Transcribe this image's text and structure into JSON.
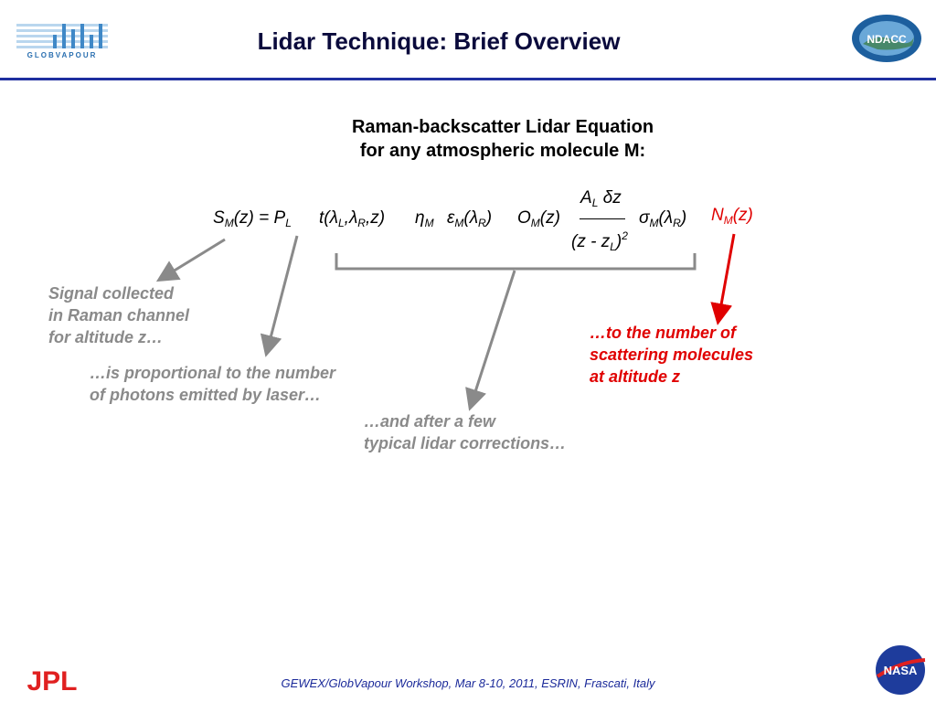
{
  "header": {
    "title": "Lidar Technique: Brief Overview",
    "logo_left_text": "GLOBVAPOUR",
    "logo_right_text": "NDACC"
  },
  "content": {
    "heading_line1": "Raman-backscatter Lidar Equation",
    "heading_line2": "for any atmospheric molecule M:",
    "equation": {
      "lhs_symbol": "S",
      "lhs_sub": "M",
      "lhs_arg": "(z) = ",
      "p_symbol": "P",
      "p_sub": "L",
      "t_open": "t(",
      "lambda": "λ",
      "sub_L": "L",
      "comma": ",",
      "sub_R": "R",
      "t_close": ",z)",
      "eta": "η",
      "sub_M": "M",
      "epsilon": "ε",
      "paren_open": "(",
      "paren_close": ")",
      "o_symbol": "O",
      "o_arg": "(z)",
      "frac_num_A": "A",
      "frac_num_delta": "δ",
      "frac_num_z": "z",
      "frac_den_open": "(z - z",
      "frac_den_close": ")",
      "frac_den_exp": "2",
      "sigma": "σ",
      "n_symbol": "N",
      "n_arg": "(z)"
    },
    "notes": {
      "signal": "Signal collected\nin Raman channel\nfor altitude z…",
      "photons": "…is proportional to the number\nof photons emitted by laser…",
      "corrections": "…and after a few\ntypical lidar corrections…",
      "molecules": "…to the number of\nscattering molecules\nat altitude z"
    }
  },
  "footer": {
    "left_logo_text": "JPL",
    "citation": "GEWEX/GlobVapour Workshop, Mar 8-10, 2011, ESRIN, Frascati, Italy",
    "right_logo_text": "NASA"
  },
  "colors": {
    "title": "#0a0a3c",
    "rule": "#1f2f9f",
    "note_gray": "#8a8a8a",
    "highlight_red": "#e00000",
    "footer_blue": "#1b2a9a"
  }
}
